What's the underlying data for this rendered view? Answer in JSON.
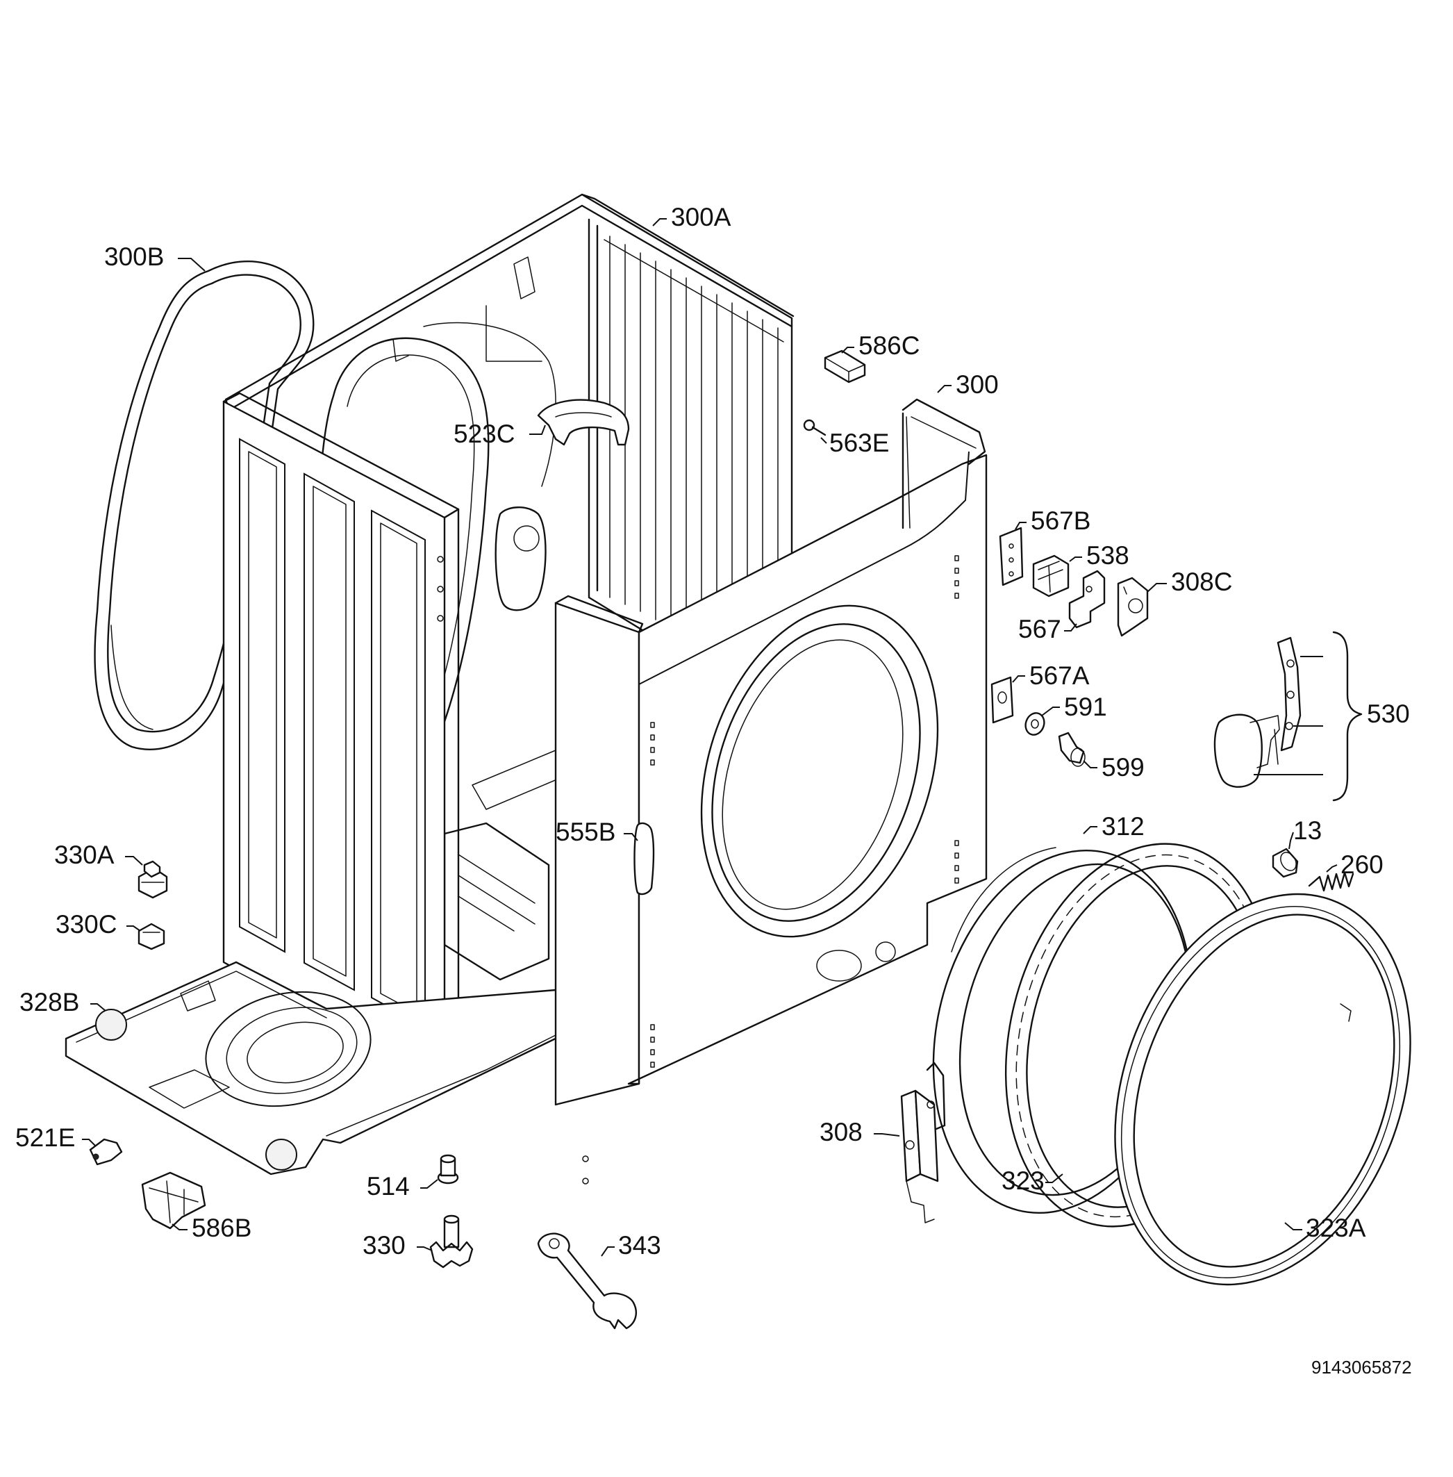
{
  "diagram": {
    "reference_number": "9143065872",
    "callouts": {
      "c300B": "300B",
      "c300A": "300A",
      "c586C": "586C",
      "c300": "300",
      "c523C": "523C",
      "c563E": "563E",
      "c567B": "567B",
      "c538": "538",
      "c308C": "308C",
      "c567": "567",
      "c567A": "567A",
      "c591": "591",
      "c599": "599",
      "c530": "530",
      "c555B": "555B",
      "c312": "312",
      "c13": "13",
      "c260": "260",
      "c330A": "330A",
      "c330C": "330C",
      "c328B": "328B",
      "c521E": "521E",
      "c586B": "586B",
      "c514": "514",
      "c330": "330",
      "c343": "343",
      "c308": "308",
      "c323": "323",
      "c323A": "323A"
    }
  }
}
